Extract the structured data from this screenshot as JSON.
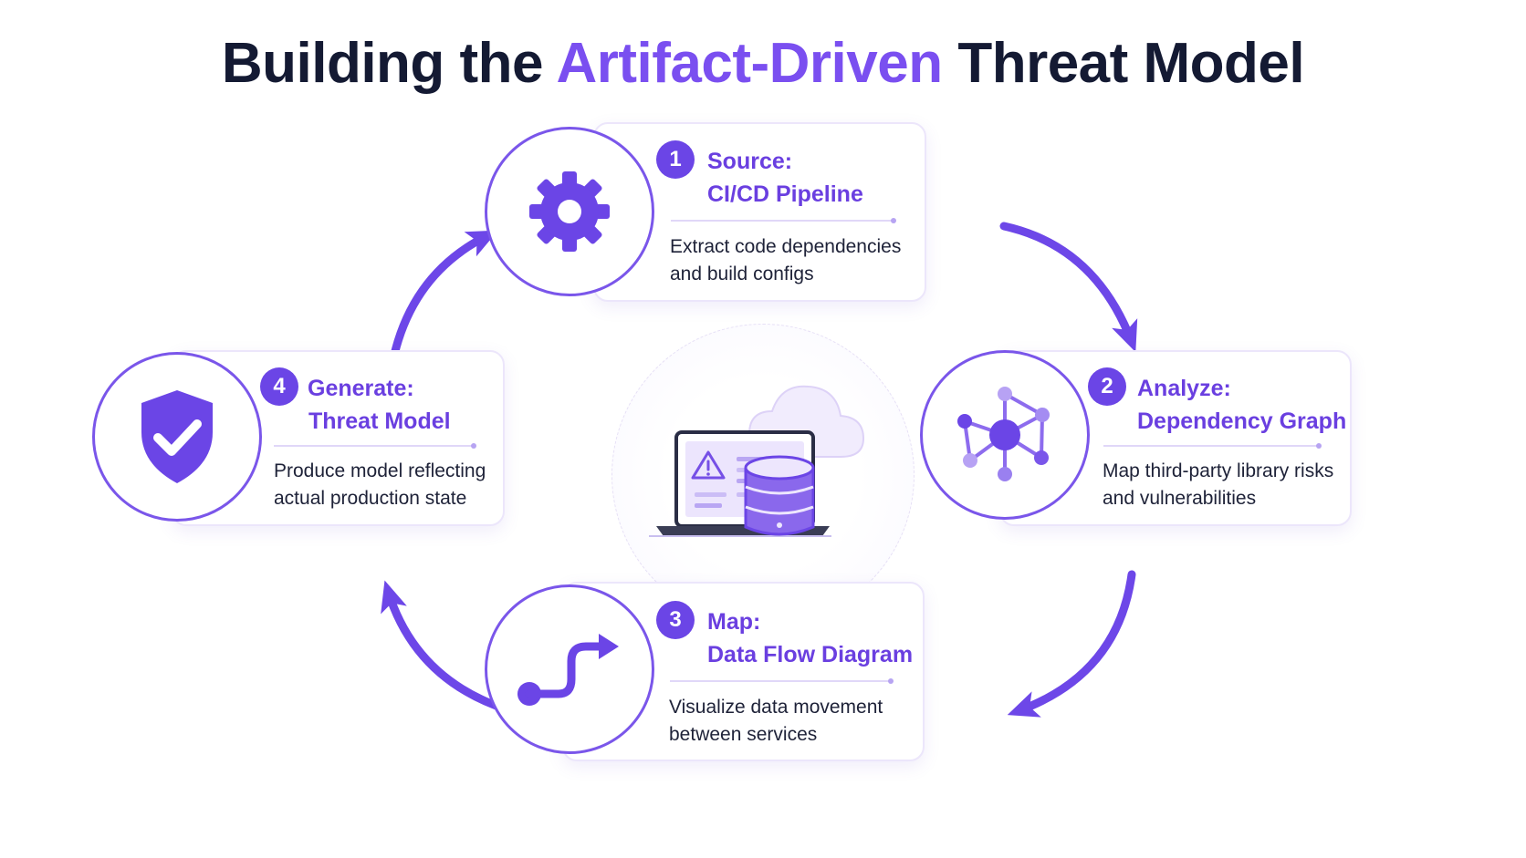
{
  "title": {
    "prefix": "Building the",
    "highlight": "Artifact-Driven",
    "suffix": "Threat Model"
  },
  "colors": {
    "accent": "#7a4ff0",
    "badge": "#6b45e6",
    "dark_text": "#141a33"
  },
  "steps": [
    {
      "number": "1",
      "title_line1": "Source:",
      "title_line2": "CI/CD Pipeline",
      "desc_line1": "Extract code dependencies",
      "desc_line2": "and build configs",
      "icon": "gear-icon"
    },
    {
      "number": "2",
      "title_line1": "Analyze:",
      "title_line2": "Dependency Graph",
      "desc_line1": "Map third-party library risks",
      "desc_line2": "and vulnerabilities",
      "icon": "network-graph-icon"
    },
    {
      "number": "3",
      "title_line1": "Map:",
      "title_line2": "Data Flow Diagram",
      "desc_line1": "Visualize data movement",
      "desc_line2": "between services",
      "icon": "flow-path-icon"
    },
    {
      "number": "4",
      "title_line1": "Generate:",
      "title_line2": "Threat Model",
      "desc_line1": "Produce model reflecting",
      "desc_line2": "actual production state",
      "icon": "shield-check-icon"
    }
  ],
  "center_icons": [
    "laptop-warning-icon",
    "cloud-icon",
    "database-icon"
  ]
}
